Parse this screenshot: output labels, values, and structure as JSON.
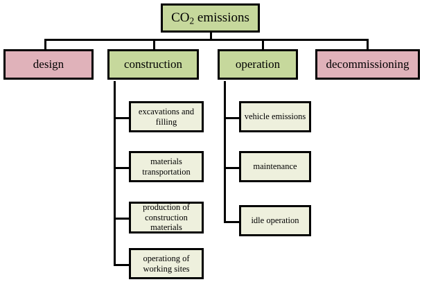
{
  "diagram": {
    "type": "tree-hierarchy",
    "title": "CO2 emissions breakdown",
    "colors": {
      "root_fill": "#c6d89c",
      "green_fill": "#c6d89c",
      "pink_fill": "#e0b2ba",
      "leaf_fill": "#eef0dd",
      "border": "#000000",
      "background": "#ffffff"
    },
    "root": {
      "text_prefix": "CO",
      "text_subscript": "2",
      "text_suffix": " emissions",
      "fill": "green"
    },
    "level2": [
      {
        "label": "design",
        "fill": "pink"
      },
      {
        "label": "construction",
        "fill": "green"
      },
      {
        "label": "operation",
        "fill": "green"
      },
      {
        "label": "decommissioning",
        "fill": "pink"
      }
    ],
    "construction_children": [
      {
        "label": "excavations and\nfilling"
      },
      {
        "label": "materials\ntransportation"
      },
      {
        "label": "production of\nconstruction\nmaterials"
      },
      {
        "label": "operationg of\nworking sites"
      }
    ],
    "operation_children": [
      {
        "label": "vehicle emissions"
      },
      {
        "label": "maintenance"
      },
      {
        "label": "idle operation"
      }
    ]
  }
}
